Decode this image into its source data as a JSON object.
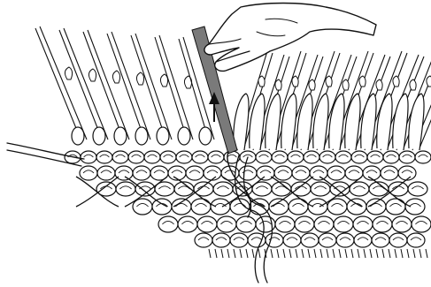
{
  "figure": {
    "kind": "line-illustration",
    "subject": "knitting-machine-latch-tool",
    "colors": {
      "ink": "#111111",
      "paper": "#ffffff",
      "tool": "#7a7a7a"
    },
    "needle_count_left": 7,
    "needle_count_right": 12,
    "arrow_direction": "up"
  }
}
